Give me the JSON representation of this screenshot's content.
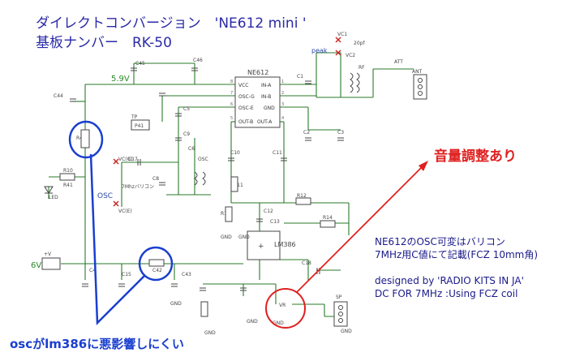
{
  "title": {
    "line1": "ダイレクトコンバージョン　'NE612 mini '",
    "line2": "基板ナンバー　RK-50"
  },
  "callouts": {
    "volume": "音量調整あり",
    "osc": "oscがlm386に悪影響しにくい"
  },
  "notes": {
    "line1": "NE612のOSC可変はバリコン",
    "line2": "7MHz用C値にて記載(FCZ 10mm角)",
    "line3": "designed by 'RADIO KITS IN JA'",
    "line4": "DC FOR 7MHz :Using FCZ coil"
  },
  "ic1": {
    "name": "NE612",
    "pins_left": [
      "VCC",
      "OSC-G",
      "OSC-E",
      "OUT-B"
    ],
    "pins_right": [
      "IN-A",
      "IN-B",
      "GND",
      "OUT-A"
    ],
    "pin_nums_left": [
      "8",
      "7",
      "6",
      "5"
    ],
    "pin_nums_right": [
      "1",
      "2",
      "3",
      "4"
    ]
  },
  "ic2": {
    "name": "LM386"
  },
  "rails": {
    "v59": "5.9V",
    "v6": "6V"
  },
  "labels": {
    "c45": "C45",
    "c46": "C46",
    "c44": "C44",
    "c4": "C4",
    "c1": "C1",
    "c2": "C2",
    "c3": "C3",
    "c5": "C5",
    "c9": "C9",
    "c10": "C10",
    "c11": "C11",
    "c12": "C12",
    "c13": "C13",
    "c15": "C15",
    "c17": "C17",
    "c18": "C18",
    "c42": "C42",
    "c43": "C43",
    "c8": "C8",
    "c6": "C6",
    "r10": "R10",
    "r41": "R41",
    "r11": "R11",
    "r12": "R12",
    "r13": "R13",
    "r14": "R14",
    "r40": "R40",
    "vr": "VR",
    "tp": "TP",
    "tp_val": "P41",
    "led": "LED",
    "vc1": "VC1",
    "vc2": "VC2",
    "peak": "peak",
    "rf": "RF",
    "ant": "ANT",
    "att": "ATT",
    "osc_coil": "OSC",
    "osc_var": "OSC",
    "osc_varicon": "7Mhzバリコン",
    "vc_g": "VC(G)",
    "vc_e": "VC(E)",
    "sp": "SP",
    "pf20": "20pf",
    "gnd": "GND",
    "v_sw": "+V"
  }
}
